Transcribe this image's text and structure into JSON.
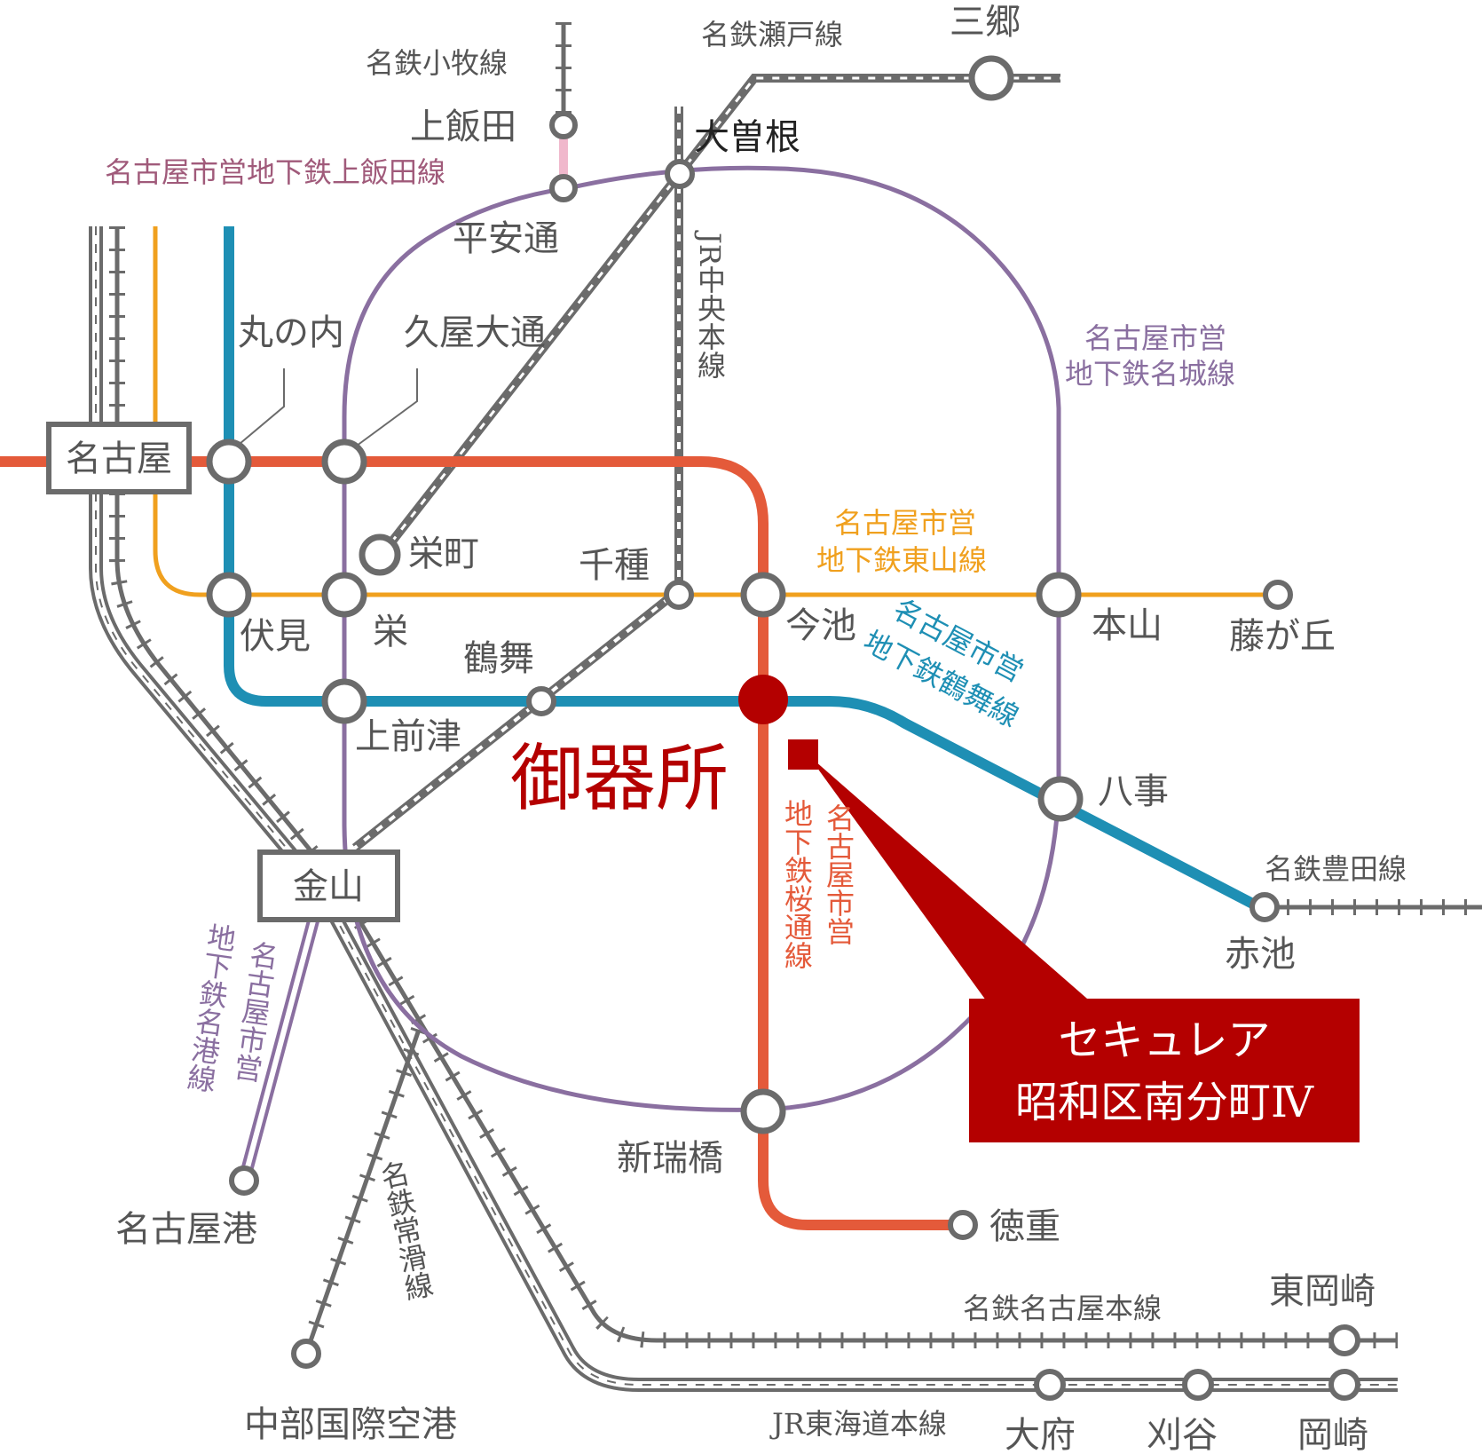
{
  "colors": {
    "meijo": "#8a6fa0",
    "higashiyama": "#f0a01e",
    "tsurumai": "#1e8fb4",
    "sakuradori": "#e45a3a",
    "kamiiida": "#f0b8cc",
    "jr_meitetsu": "#6b6b6b",
    "highlight": "#b40000"
  },
  "stations": {
    "nagoya": "名古屋",
    "kanayama": "金山",
    "marunouchi": "丸の内",
    "hisaya_odori": "久屋大通",
    "sakaemachi": "栄町",
    "chikusa": "千種",
    "imaike": "今池",
    "fushimi": "伏見",
    "sakae": "栄",
    "tsurumai": "鶴舞",
    "kamimaezu": "上前津",
    "gokiso": "御器所",
    "motoyama": "本山",
    "fujigaoka": "藤が丘",
    "yagoto": "八事",
    "akaike": "赤池",
    "aratamabashi": "新瑞橋",
    "tokushige": "徳重",
    "nagoyako": "名古屋港",
    "centrair": "中部国際空港",
    "higashi_okazaki": "東岡崎",
    "obu": "大府",
    "kariya": "刈谷",
    "okazaki": "岡崎",
    "kamiiida": "上飯田",
    "heiando": "平安通",
    "ozone": "大曽根",
    "sango": "三郷"
  },
  "lines": {
    "meitetsu_komaki": "名鉄小牧線",
    "meitetsu_seto": "名鉄瀬戸線",
    "kamiiida": "名古屋市営地下鉄上飯田線",
    "jr_chuo": "JR中央本線",
    "meijo": [
      "名古屋市営",
      "地下鉄名城線"
    ],
    "higashiyama": [
      "名古屋市営",
      "地下鉄東山線"
    ],
    "tsurumai": [
      "名古屋市営",
      "地下鉄鶴舞線"
    ],
    "sakuradori_col1": "名古屋市営",
    "sakuradori_col2": "地下鉄桜通線",
    "meiko_col1": "名古屋市営",
    "meiko_col2": "地下鉄名港線",
    "meitetsu_toyota": "名鉄豊田線",
    "meitetsu_tokoname": "名鉄常滑線",
    "meitetsu_nagoya_honsen": "名鉄名古屋本線",
    "jr_tokaido": "JR東海道本線"
  },
  "property": {
    "line1": "セキュレア",
    "line2": "昭和区南分町Ⅳ"
  }
}
